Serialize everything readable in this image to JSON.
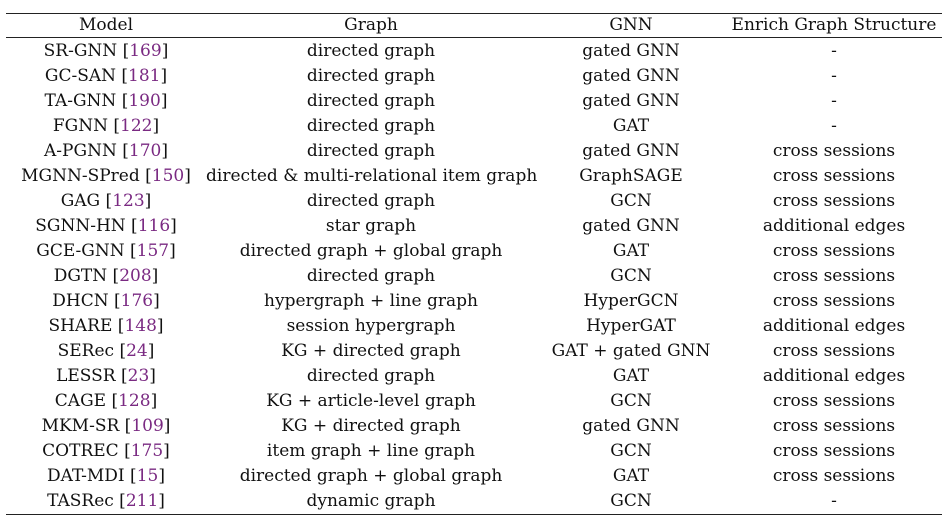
{
  "table": {
    "headers": [
      "Model",
      "Graph",
      "GNN",
      "Enrich Graph Structure"
    ],
    "rows": [
      {
        "model": "SR-GNN",
        "ref": "169",
        "graph": "directed graph",
        "gnn": "gated GNN",
        "enrich": "-"
      },
      {
        "model": "GC-SAN",
        "ref": "181",
        "graph": "directed graph",
        "gnn": "gated GNN",
        "enrich": "-"
      },
      {
        "model": "TA-GNN",
        "ref": "190",
        "graph": "directed graph",
        "gnn": "gated GNN",
        "enrich": "-"
      },
      {
        "model": "FGNN",
        "ref": "122",
        "graph": "directed graph",
        "gnn": "GAT",
        "enrich": "-"
      },
      {
        "model": "A-PGNN",
        "ref": "170",
        "graph": "directed graph",
        "gnn": "gated GNN",
        "enrich": "cross sessions"
      },
      {
        "model": "MGNN-SPred",
        "ref": "150",
        "graph": "directed & multi-relational item graph",
        "gnn": "GraphSAGE",
        "enrich": "cross sessions"
      },
      {
        "model": "GAG",
        "ref": "123",
        "graph": "directed graph",
        "gnn": "GCN",
        "enrich": "cross sessions"
      },
      {
        "model": "SGNN-HN",
        "ref": "116",
        "graph": "star graph",
        "gnn": "gated GNN",
        "enrich": "additional edges"
      },
      {
        "model": "GCE-GNN",
        "ref": "157",
        "graph": "directed graph + global graph",
        "gnn": "GAT",
        "enrich": "cross sessions"
      },
      {
        "model": "DGTN",
        "ref": "208",
        "graph": "directed graph",
        "gnn": "GCN",
        "enrich": "cross sessions"
      },
      {
        "model": "DHCN",
        "ref": "176",
        "graph": "hypergraph + line graph",
        "gnn": "HyperGCN",
        "enrich": "cross sessions"
      },
      {
        "model": "SHARE",
        "ref": "148",
        "graph": "session hypergraph",
        "gnn": "HyperGAT",
        "enrich": "additional edges"
      },
      {
        "model": "SERec",
        "ref": "24",
        "graph": "KG + directed graph",
        "gnn": "GAT + gated GNN",
        "enrich": "cross sessions"
      },
      {
        "model": "LESSR",
        "ref": "23",
        "graph": "directed graph",
        "gnn": "GAT",
        "enrich": "additional edges"
      },
      {
        "model": "CAGE",
        "ref": "128",
        "graph": "KG + article-level graph",
        "gnn": "GCN",
        "enrich": "cross sessions"
      },
      {
        "model": "MKM-SR",
        "ref": "109",
        "graph": "KG + directed graph",
        "gnn": "gated GNN",
        "enrich": "cross sessions"
      },
      {
        "model": "COTREC",
        "ref": "175",
        "graph": "item graph + line graph",
        "gnn": "GCN",
        "enrich": "cross sessions"
      },
      {
        "model": "DAT-MDI",
        "ref": "15",
        "graph": "directed graph + global graph",
        "gnn": "GAT",
        "enrich": "cross sessions"
      },
      {
        "model": "TASRec",
        "ref": "211",
        "graph": "dynamic graph",
        "gnn": "GCN",
        "enrich": "-"
      }
    ]
  },
  "colors": {
    "text": "#111111",
    "reference_link": "#7a2a82",
    "rule": "#222222"
  }
}
